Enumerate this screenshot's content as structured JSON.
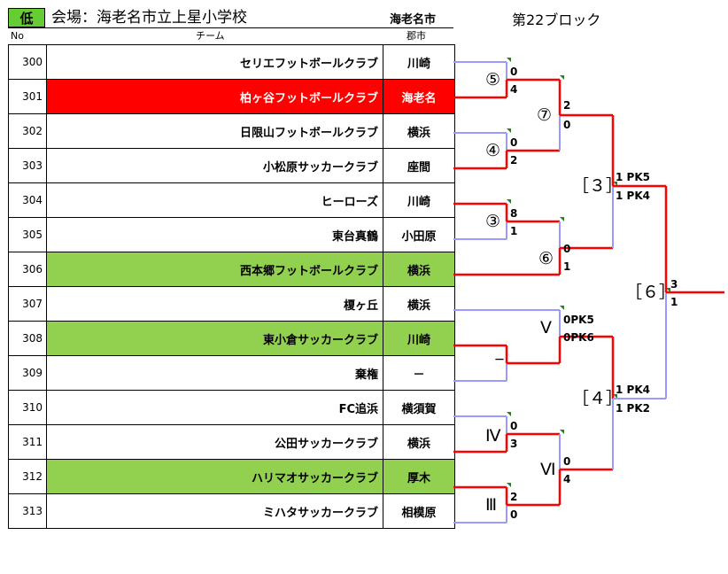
{
  "header": {
    "level": "低",
    "venue": "会場：海老名市立上星小学校",
    "city": "海老名市",
    "block": "第22ブロック"
  },
  "columns": {
    "no": "No",
    "team": "チーム",
    "city": "郡市"
  },
  "teams": [
    {
      "no": "300",
      "name": "セリエフットボールクラブ",
      "city": "川崎",
      "highlight": ""
    },
    {
      "no": "301",
      "name": "柏ヶ谷フットボールクラブ",
      "city": "海老名",
      "highlight": "red"
    },
    {
      "no": "302",
      "name": "日限山フットボールクラブ",
      "city": "横浜",
      "highlight": ""
    },
    {
      "no": "303",
      "name": "小松原サッカークラブ",
      "city": "座間",
      "highlight": ""
    },
    {
      "no": "304",
      "name": "ヒーローズ",
      "city": "川崎",
      "highlight": ""
    },
    {
      "no": "305",
      "name": "東台真鶴",
      "city": "小田原",
      "highlight": ""
    },
    {
      "no": "306",
      "name": "西本郷フットボールクラブ",
      "city": "横浜",
      "highlight": "green"
    },
    {
      "no": "307",
      "name": "榎ヶ丘",
      "city": "横浜",
      "highlight": ""
    },
    {
      "no": "308",
      "name": "東小倉サッカークラブ",
      "city": "川崎",
      "highlight": "green"
    },
    {
      "no": "309",
      "name": "棄権",
      "city": "－",
      "highlight": ""
    },
    {
      "no": "310",
      "name": "FC追浜",
      "city": "横須賀",
      "highlight": ""
    },
    {
      "no": "311",
      "name": "公田サッカークラブ",
      "city": "横浜",
      "highlight": ""
    },
    {
      "no": "312",
      "name": "ハリマオサッカークラブ",
      "city": "厚木",
      "highlight": "green"
    },
    {
      "no": "313",
      "name": "ミハタサッカークラブ",
      "city": "相模原",
      "highlight": ""
    }
  ],
  "bracket": {
    "colors": {
      "winner": "#ff0000",
      "loser": "#9999ff"
    },
    "matches": {
      "m5": {
        "label": "⑤",
        "top_score": "0",
        "bottom_score": "4"
      },
      "m4": {
        "label": "④",
        "top_score": "0",
        "bottom_score": "2"
      },
      "m3": {
        "label": "③",
        "top_score": "8",
        "bottom_score": "1"
      },
      "m7": {
        "label": "⑦",
        "top_score": "2",
        "bottom_score": "0"
      },
      "m6": {
        "label": "⑥",
        "top_score": "0",
        "bottom_score": "1"
      },
      "mV": {
        "label": "Ⅴ",
        "top_score": "0PK5",
        "bottom_score": "0PK6",
        "side_note": "－"
      },
      "mIV": {
        "label": "Ⅳ",
        "top_score": "0",
        "bottom_score": "3"
      },
      "mIII": {
        "label": "Ⅲ",
        "top_score": "2",
        "bottom_score": "0"
      },
      "mVI": {
        "label": "Ⅵ",
        "top_score": "0",
        "bottom_score": "4"
      },
      "s3": {
        "label": "［３］",
        "top_score": "1 PK5",
        "bottom_score": "1 PK4"
      },
      "s4": {
        "label": "［４］",
        "top_score": "1 PK4",
        "bottom_score": "1 PK2"
      },
      "f6": {
        "label": "［６］",
        "top_score": "3",
        "bottom_score": "1"
      }
    }
  }
}
